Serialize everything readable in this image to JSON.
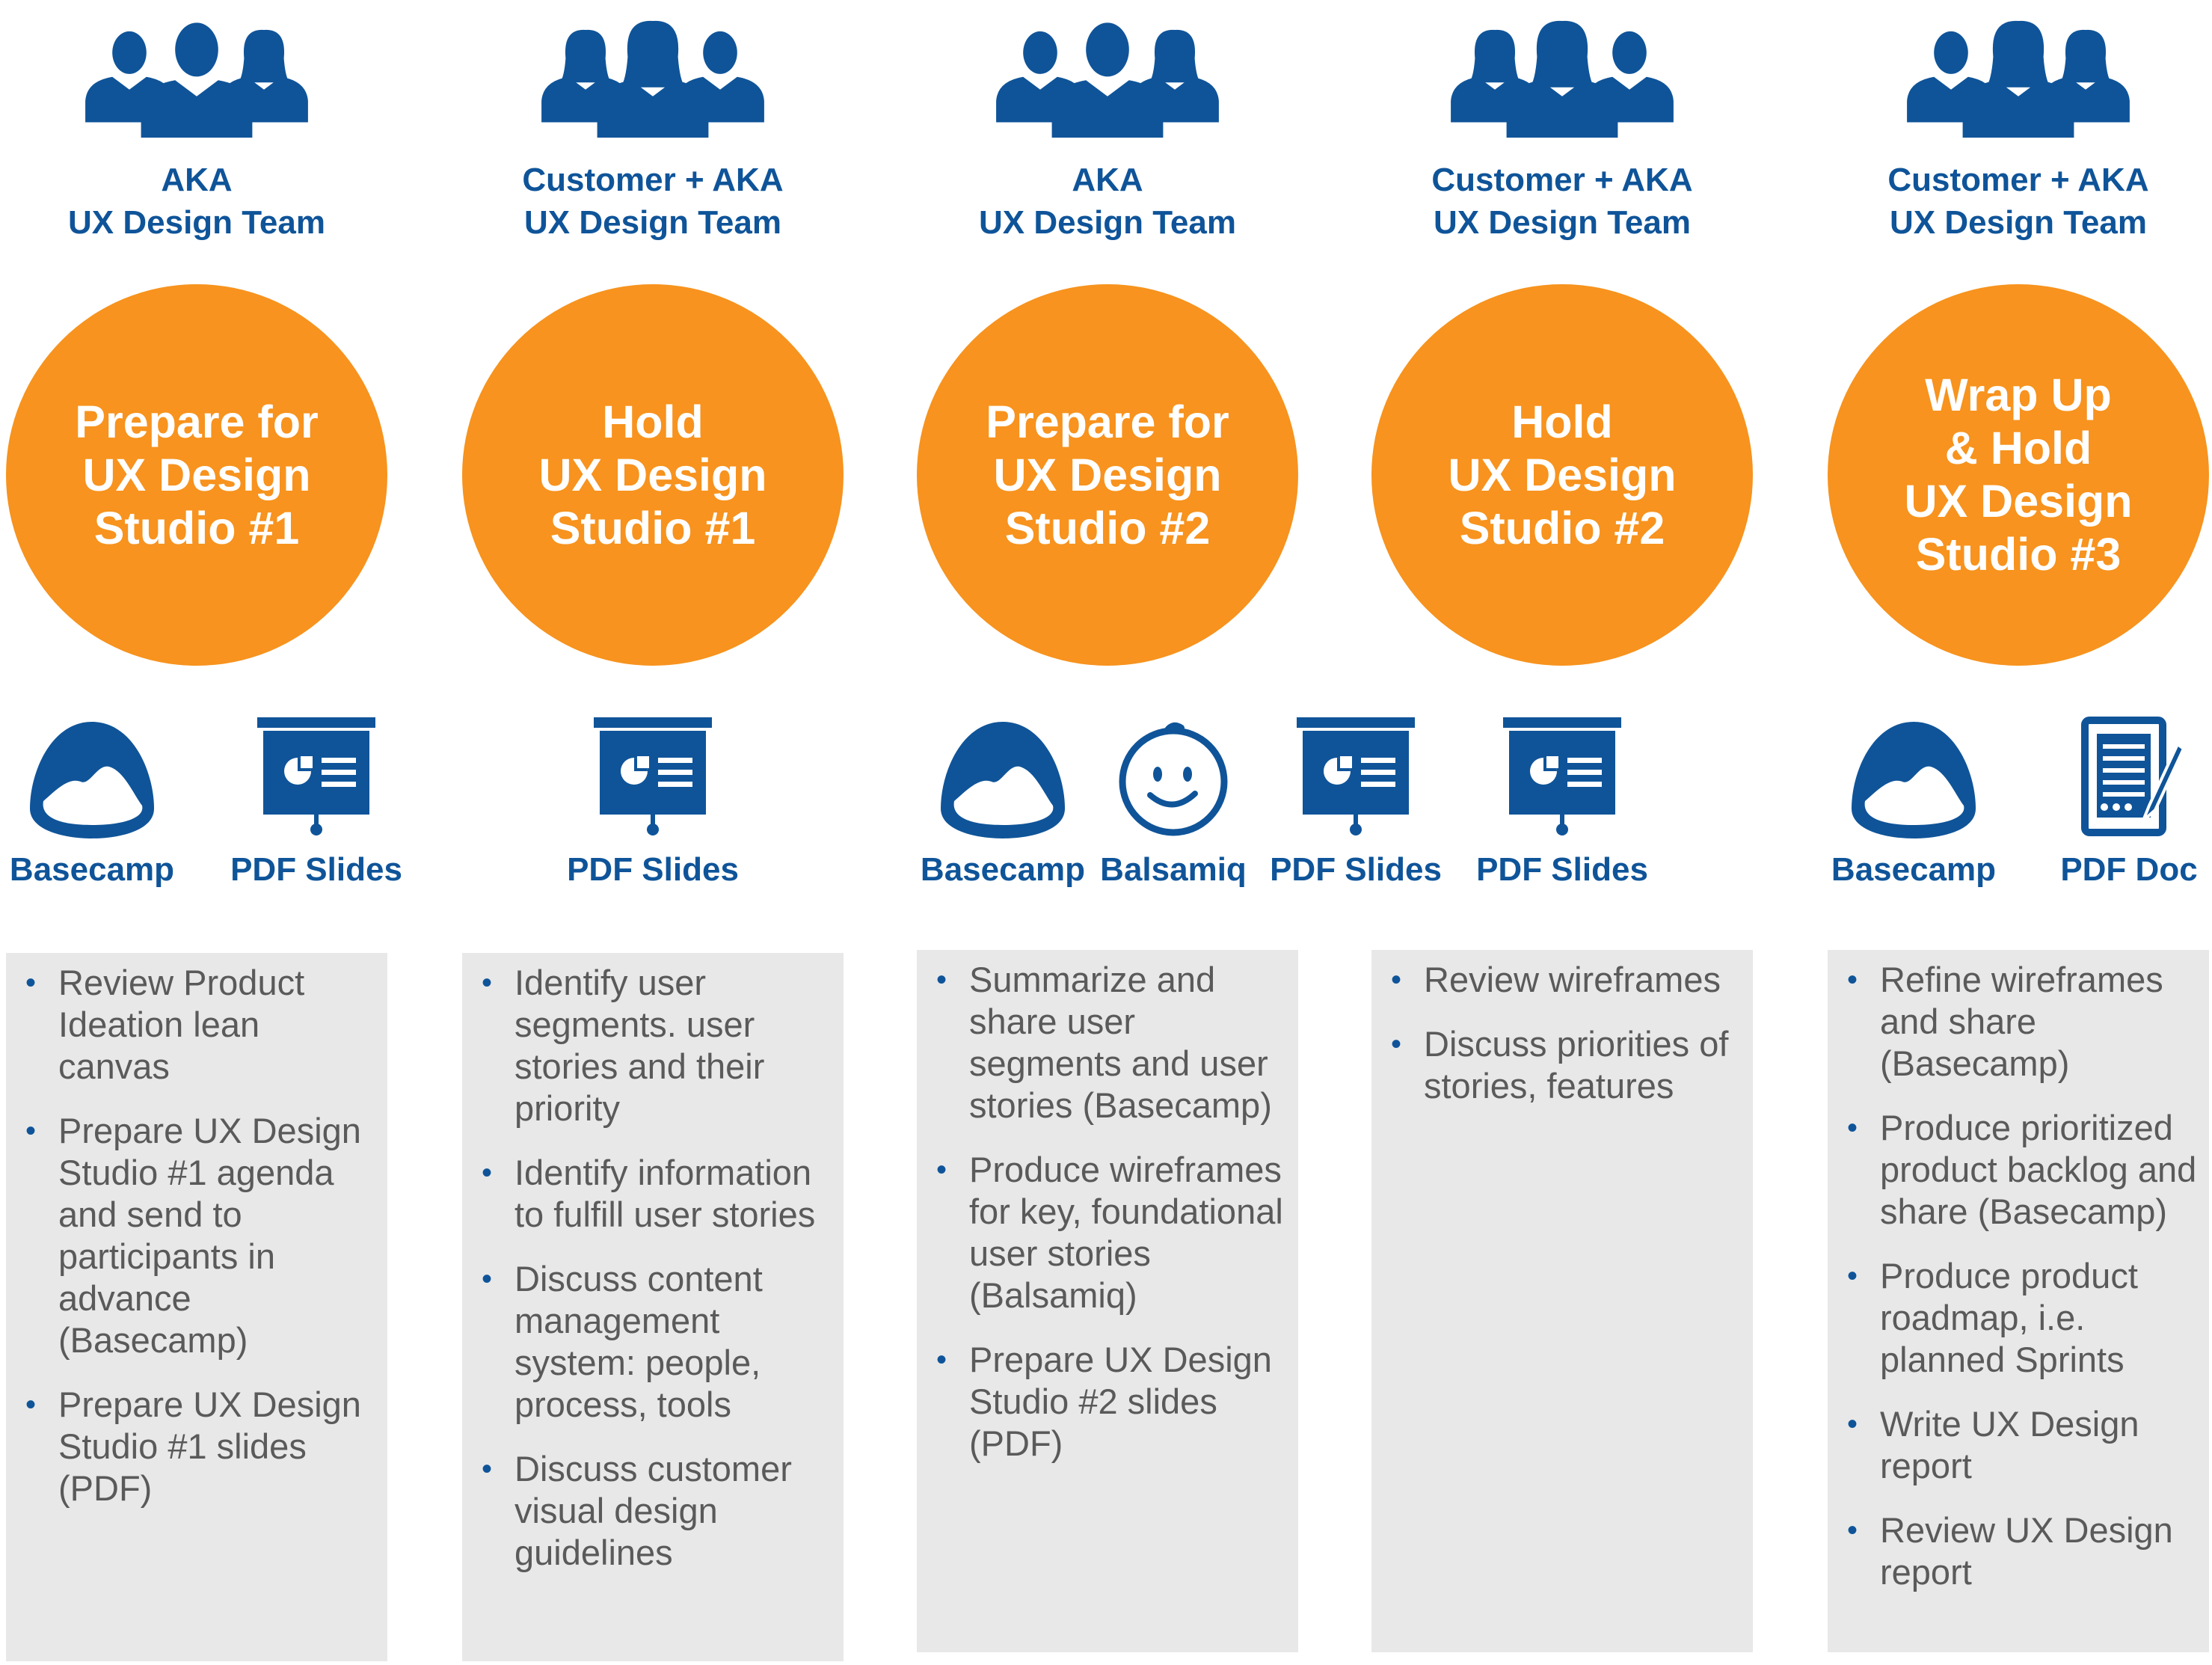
{
  "colors": {
    "team_blue": "#0f5499",
    "circle_orange": "#f7931e",
    "box_gray": "#e8e8e8",
    "text_gray": "#5a5a5a"
  },
  "columns": [
    {
      "people_icon": "team-3-people-icon",
      "team": [
        "AKA",
        "UX Design Team"
      ],
      "step": "Prepare for\nUX Design\nStudio #1",
      "tools": [
        {
          "icon": "basecamp-icon",
          "label": "Basecamp"
        },
        {
          "icon": "presentation-icon",
          "label": "PDF Slides"
        }
      ],
      "tasks": [
        "Review Product Ideation lean canvas",
        "Prepare UX Design Studio #1 agenda and send to participants in advance (Basecamp)",
        "Prepare UX Design Studio #1 slides (PDF)"
      ]
    },
    {
      "people_icon": "team-3-people-icon",
      "team": [
        "Customer + AKA",
        "UX Design Team"
      ],
      "step": "Hold\nUX Design\nStudio #1",
      "tools": [
        {
          "icon": "presentation-icon",
          "label": "PDF Slides"
        }
      ],
      "tasks": [
        "Identify user segments. user stories and their priority",
        "Identify information to fulfill user stories",
        "Discuss content management system: people, process, tools",
        "Discuss customer visual design guidelines"
      ]
    },
    {
      "people_icon": "team-3-people-icon",
      "team": [
        "AKA",
        "UX Design Team"
      ],
      "step": "Prepare for\nUX Design\nStudio #2",
      "tools": [
        {
          "icon": "basecamp-icon",
          "label": "Basecamp"
        },
        {
          "icon": "balsamiq-icon",
          "label": "Balsamiq"
        },
        {
          "icon": "presentation-icon",
          "label": "PDF Slides"
        }
      ],
      "tasks": [
        "Summarize and share user segments and user stories (Basecamp)",
        "Produce wireframes for key, foundational user stories (Balsamiq)",
        "Prepare UX Design Studio #2 slides (PDF)"
      ]
    },
    {
      "people_icon": "team-3-people-icon",
      "team": [
        "Customer + AKA",
        "UX Design Team"
      ],
      "step": "Hold\nUX Design\nStudio #2",
      "tools": [
        {
          "icon": "presentation-icon",
          "label": "PDF Slides"
        }
      ],
      "tasks": [
        "Review wireframes",
        "Discuss priorities of stories, features"
      ]
    },
    {
      "people_icon": "team-3-people-icon",
      "team": [
        "Customer + AKA",
        "UX Design Team"
      ],
      "step": "Wrap Up\n& Hold\nUX Design\nStudio #3",
      "tools": [
        {
          "icon": "basecamp-icon",
          "label": "Basecamp"
        },
        {
          "icon": "document-icon",
          "label": "PDF Doc"
        }
      ],
      "tasks": [
        "Refine wireframes and share (Basecamp)",
        "Produce prioritized product backlog and share (Basecamp)",
        "Produce product roadmap, i.e. planned Sprints",
        "Write UX Design report",
        "Review UX Design report"
      ]
    }
  ]
}
